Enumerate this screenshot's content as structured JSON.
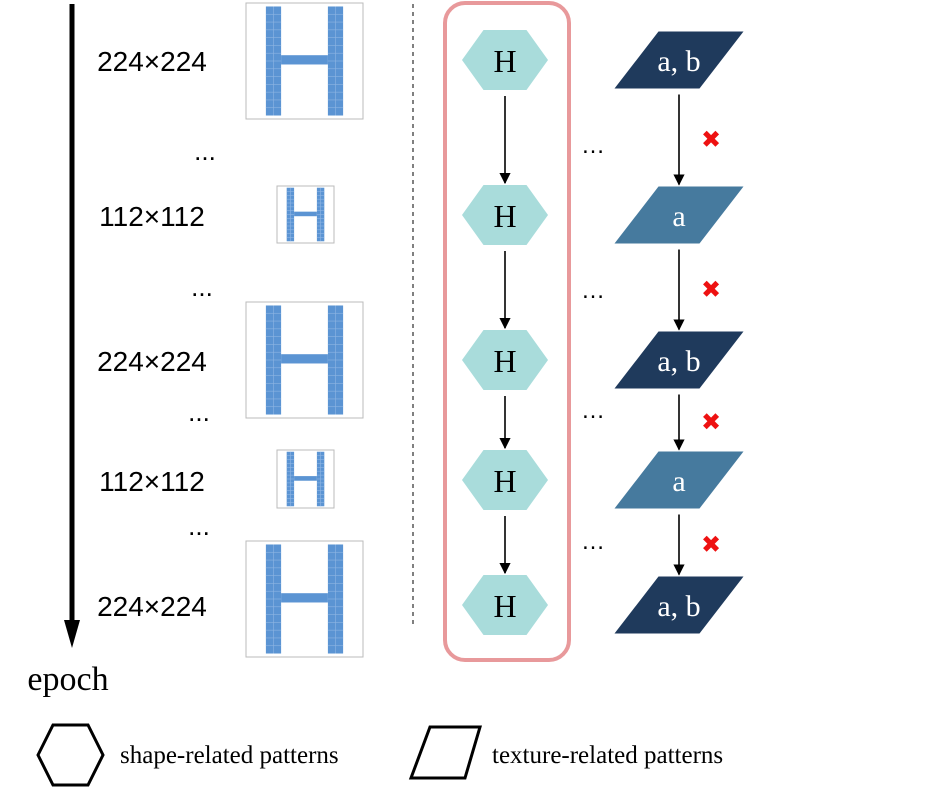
{
  "axis": {
    "label": "epoch"
  },
  "rows": [
    {
      "resolution": "224×224",
      "image_letter": "H",
      "image_scale": "large",
      "shape": "H",
      "texture": "a, b",
      "texture_color": "#1f3a5c"
    },
    {
      "resolution": "112×112",
      "image_letter": "H",
      "image_scale": "small",
      "shape": "H",
      "texture": "a",
      "texture_color": "#467a9e"
    },
    {
      "resolution": "224×224",
      "image_letter": "H",
      "image_scale": "large",
      "shape": "H",
      "texture": "a, b",
      "texture_color": "#1f3a5c"
    },
    {
      "resolution": "112×112",
      "image_letter": "H",
      "image_scale": "small",
      "shape": "H",
      "texture": "a",
      "texture_color": "#467a9e"
    },
    {
      "resolution": "224×224",
      "image_letter": "H",
      "image_scale": "large",
      "shape": "H",
      "texture": "a, b",
      "texture_color": "#1f3a5c"
    }
  ],
  "ellipsis": "...",
  "dots": "…",
  "texture_link_marker": "✖",
  "legend": {
    "shape_label": "shape-related patterns",
    "texture_label": "texture-related patterns"
  },
  "colors": {
    "hexagon_fill": "#a9dcdb",
    "shape_box_border": "#e8999b",
    "cross": "#ee1111",
    "tile_fill": "#5b94d3"
  }
}
